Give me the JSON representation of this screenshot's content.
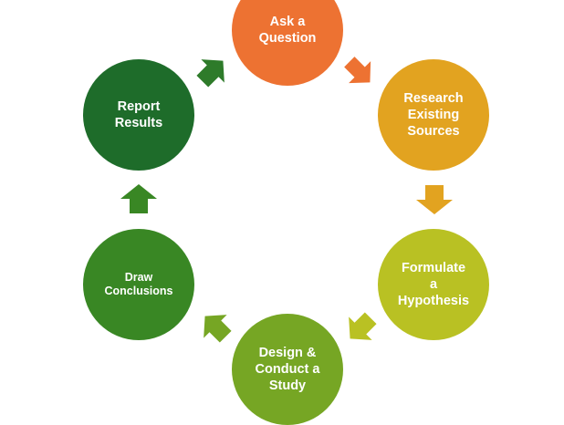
{
  "diagram": {
    "steps": [
      {
        "id": "ask",
        "label": "Ask a\nQuestion",
        "color": "#ED7232"
      },
      {
        "id": "research",
        "label": "Research\nExisting\nSources",
        "color": "#E2A320"
      },
      {
        "id": "hypothesis",
        "label": "Formulate\na\nHypothesis",
        "color": "#B9C123"
      },
      {
        "id": "design",
        "label": "Design &\nConduct a\nStudy",
        "color": "#76A624"
      },
      {
        "id": "draw",
        "label": "Draw\nConclusions",
        "color": "#398724"
      },
      {
        "id": "report",
        "label": "Report\nResults",
        "color": "#1E6C2A"
      }
    ],
    "arrows": [
      {
        "name": "arrow-ask-to-research",
        "color": "#ED7232"
      },
      {
        "name": "arrow-research-to-hypothesis",
        "color": "#E2A320"
      },
      {
        "name": "arrow-hypothesis-to-design",
        "color": "#B9C123"
      },
      {
        "name": "arrow-design-to-draw",
        "color": "#76A624"
      },
      {
        "name": "arrow-draw-to-report",
        "color": "#398724"
      },
      {
        "name": "arrow-report-to-ask",
        "color": "#2E7B2A"
      }
    ]
  }
}
